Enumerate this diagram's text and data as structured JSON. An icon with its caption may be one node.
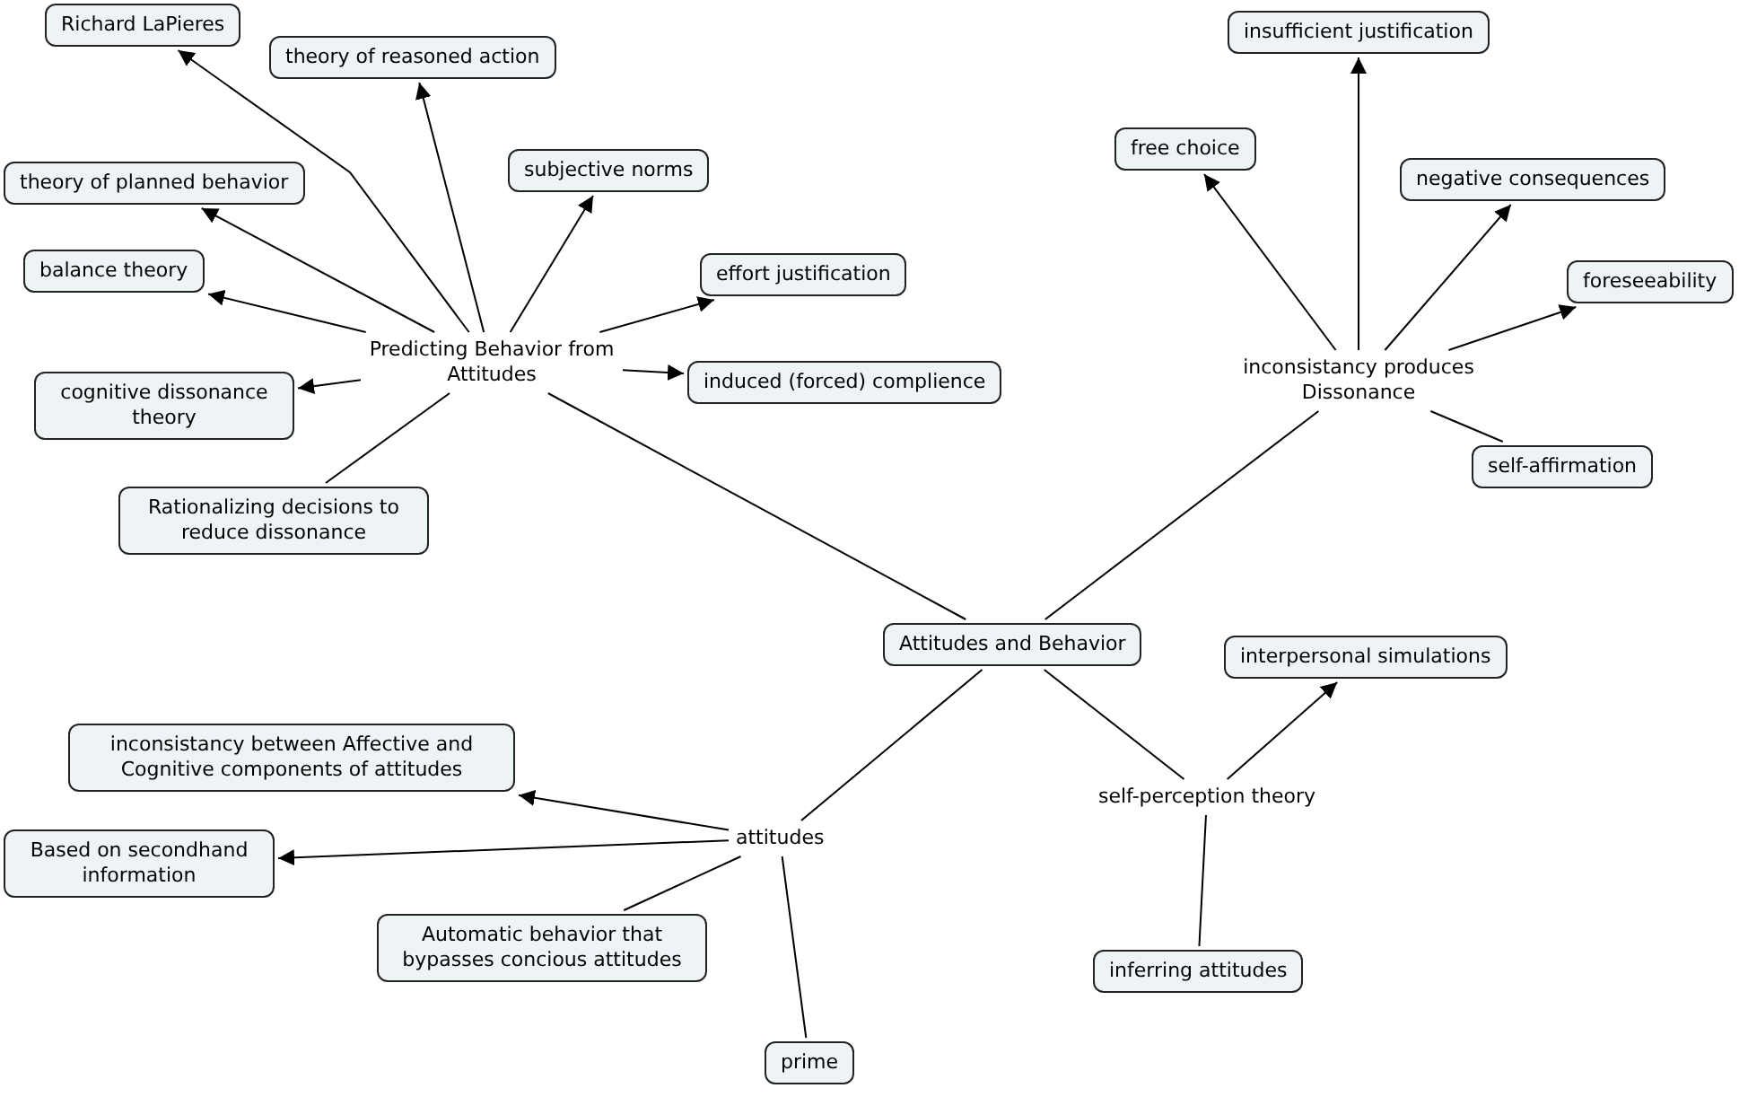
{
  "diagram": {
    "nodes": [
      {
        "text": [
          "Attitudes and Behavior"
        ]
      },
      {
        "text": [
          "Predicting Behavior from Attitudes"
        ]
      },
      {
        "text": [
          "Richard LaPieres"
        ]
      },
      {
        "text": [
          "theory of reasoned action"
        ]
      },
      {
        "text": [
          "theory of planned behavior"
        ]
      },
      {
        "text": [
          "subjective norms"
        ]
      },
      {
        "text": [
          "balance theory"
        ]
      },
      {
        "text": [
          "effort justification"
        ]
      },
      {
        "text": [
          "cognitive dissonance theory"
        ]
      },
      {
        "text": [
          "induced (forced) complience"
        ]
      },
      {
        "text": [
          "Rationalizing decisions to reduce dissonance"
        ]
      },
      {
        "text": [
          "inconsistancy produces Dissonance"
        ]
      },
      {
        "text": [
          "insufficient justification"
        ]
      },
      {
        "text": [
          "free choice"
        ]
      },
      {
        "text": [
          "negative consequences"
        ]
      },
      {
        "text": [
          "foreseeability"
        ]
      },
      {
        "text": [
          "self-affirmation"
        ]
      },
      {
        "text": [
          "interpersonal simulations"
        ]
      },
      {
        "text": [
          "self-perception theory"
        ]
      },
      {
        "text": [
          "inferring attitudes"
        ]
      },
      {
        "text": [
          "inconsistancy between Affective and Cognitive components of attitudes"
        ]
      },
      {
        "text": [
          "attitudes"
        ]
      },
      {
        "text": [
          "Based on secondhand information"
        ]
      },
      {
        "text": [
          "Automatic behavior that bypasses concious attitudes"
        ]
      },
      {
        "text": [
          "prime"
        ]
      }
    ],
    "edges": [
      {
        "from": 1,
        "to": 2,
        "arrow": "to"
      },
      {
        "from": 1,
        "to": 3,
        "arrow": "to"
      },
      {
        "from": 1,
        "to": 4,
        "arrow": "to"
      },
      {
        "from": 1,
        "to": 5,
        "arrow": "to"
      },
      {
        "from": 1,
        "to": 6,
        "arrow": "to"
      },
      {
        "from": 1,
        "to": 7,
        "arrow": "to"
      },
      {
        "from": 1,
        "to": 8,
        "arrow": "to"
      },
      {
        "from": 1,
        "to": 9,
        "arrow": "to"
      },
      {
        "from": 10,
        "to": 1,
        "arrow": "none"
      },
      {
        "from": 1,
        "to": 0,
        "arrow": "none"
      },
      {
        "from": 0,
        "to": 11,
        "arrow": "none"
      },
      {
        "from": 11,
        "to": 12,
        "arrow": "to"
      },
      {
        "from": 11,
        "to": 13,
        "arrow": "to"
      },
      {
        "from": 11,
        "to": 14,
        "arrow": "to"
      },
      {
        "from": 11,
        "to": 15,
        "arrow": "to"
      },
      {
        "from": 16,
        "to": 11,
        "arrow": "none"
      },
      {
        "from": 0,
        "to": 18,
        "arrow": "none"
      },
      {
        "from": 18,
        "to": 17,
        "arrow": "to"
      },
      {
        "from": 19,
        "to": 18,
        "arrow": "none"
      },
      {
        "from": 0,
        "to": 21,
        "arrow": "none"
      },
      {
        "from": 21,
        "to": 20,
        "arrow": "to"
      },
      {
        "from": 21,
        "to": 22,
        "arrow": "to"
      },
      {
        "from": 23,
        "to": 21,
        "arrow": "none"
      },
      {
        "from": 21,
        "to": 24,
        "arrow": "none"
      }
    ]
  }
}
